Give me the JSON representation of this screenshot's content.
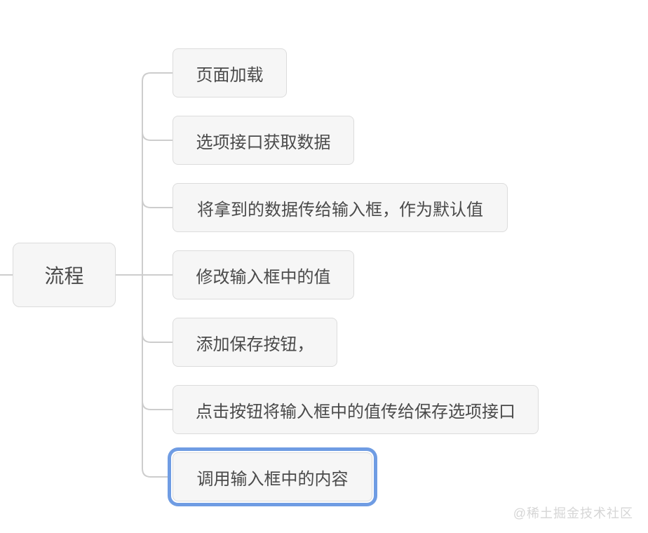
{
  "mindmap": {
    "root": {
      "label": "流程"
    },
    "nodes": [
      {
        "label": "页面加载",
        "selected": false
      },
      {
        "label": "选项接口获取数据",
        "selected": false
      },
      {
        "label": "将拿到的数据传给输入框，作为默认值",
        "selected": false
      },
      {
        "label": "修改输入框中的值",
        "selected": false
      },
      {
        "label": "添加保存按钮，",
        "selected": false
      },
      {
        "label": "点击按钮将输入框中的值传给保存选项接口",
        "selected": false
      },
      {
        "label": "调用输入框中的内容",
        "selected": true
      }
    ],
    "colors": {
      "canvas_bg": "#ffffff",
      "node_fill": "#f6f6f6",
      "node_border": "#dcdcdc",
      "node_text": "#4a4a4a",
      "connector": "#cdcdcd",
      "selection": "#6f9ce3",
      "watermark": "#d6d6d6"
    }
  },
  "watermark": {
    "text": "@稀土掘金技术社区"
  }
}
